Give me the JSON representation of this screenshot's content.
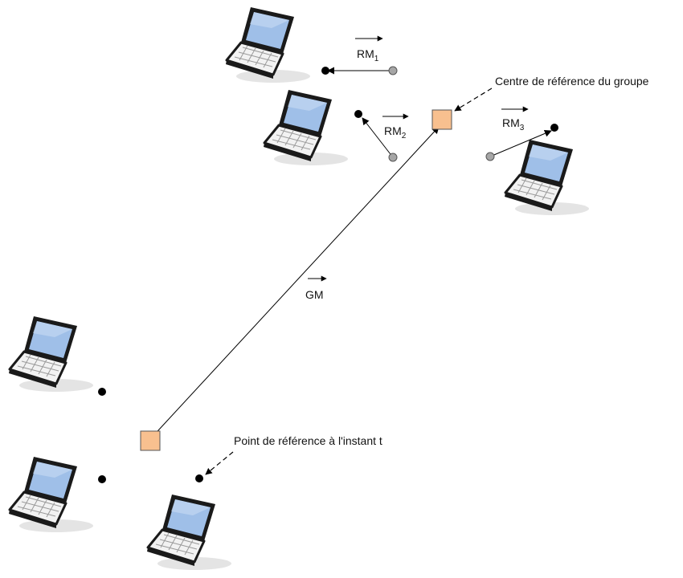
{
  "labels": {
    "group_center": "Centre de référence du groupe",
    "ref_point": "Point de référence à l'instant t"
  },
  "vectors": {
    "gm": "GM",
    "rm1": {
      "base": "RM",
      "sub": "1"
    },
    "rm2": {
      "base": "RM",
      "sub": "2"
    },
    "rm3": {
      "base": "RM",
      "sub": "3"
    }
  },
  "colors": {
    "reference_square": "#f8c08f",
    "moved_dot": "#000000",
    "origin_dot": "#a6a6a6",
    "laptop_screen": "#9fbfe8"
  }
}
